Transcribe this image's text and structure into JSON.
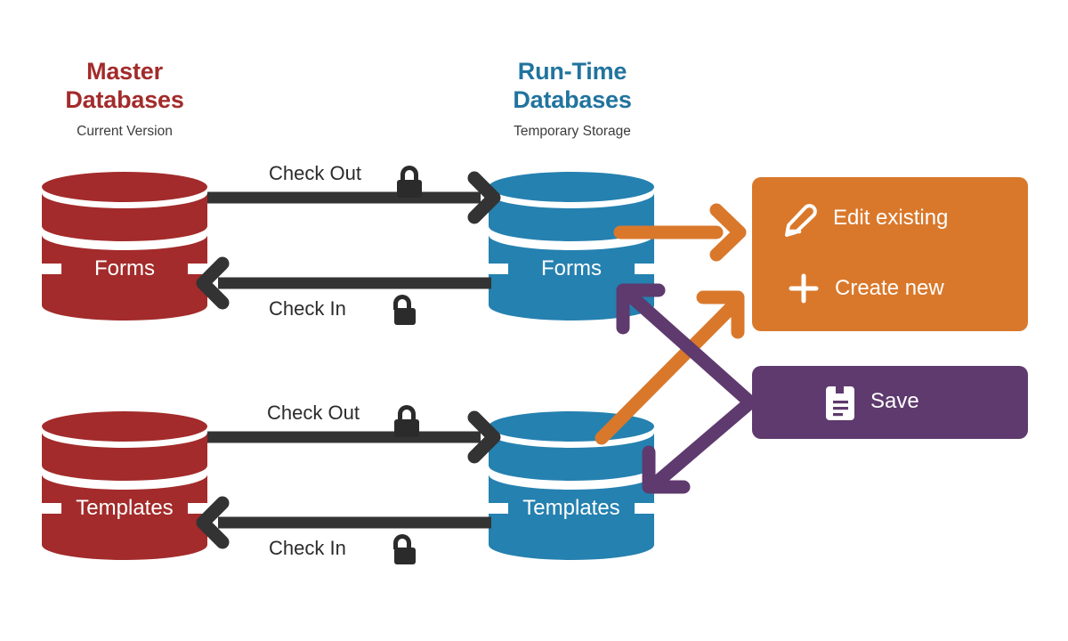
{
  "diagram": {
    "title": "Master Databases and Run-Time Databases check-out / check-in workflow",
    "colors": {
      "master_red": "#A32B2B",
      "runtime_blue": "#2581B0",
      "edit_orange": "#D9782B",
      "save_purple": "#5E3A6E",
      "arrow_dark": "#333333",
      "background": "#FFFFFF",
      "subtitle_gray": "#3C3C3C"
    },
    "columns": [
      {
        "id": "master",
        "title_line1": "Master",
        "title_line2": "Databases",
        "title": "Master Databases",
        "subtitle": "Current Version",
        "color": "#A32B2B"
      },
      {
        "id": "runtime",
        "title_line1": "Run-Time",
        "title_line2": "Databases",
        "title": "Run-Time Databases",
        "subtitle": "Temporary Storage",
        "color": "#21749E"
      }
    ],
    "cylinders": [
      {
        "id": "master-forms",
        "label": "Forms",
        "column": "master",
        "row": "top",
        "color": "#A32B2B"
      },
      {
        "id": "runtime-forms",
        "label": "Forms",
        "column": "runtime",
        "row": "top",
        "color": "#2581B0"
      },
      {
        "id": "master-templates",
        "label": "Templates",
        "column": "master",
        "row": "bottom",
        "color": "#A32B2B"
      },
      {
        "id": "runtime-templates",
        "label": "Templates",
        "column": "runtime",
        "row": "bottom",
        "color": "#2581B0"
      }
    ],
    "flows": [
      {
        "id": "forms-check-out",
        "label": "Check Out",
        "icon": "lock-closed-icon",
        "from": "master-forms",
        "to": "runtime-forms",
        "direction": "right",
        "color": "#333333"
      },
      {
        "id": "forms-check-in",
        "label": "Check In",
        "icon": "lock-open-icon",
        "from": "runtime-forms",
        "to": "master-forms",
        "direction": "left",
        "color": "#333333"
      },
      {
        "id": "templates-check-out",
        "label": "Check Out",
        "icon": "lock-closed-icon",
        "from": "master-templates",
        "to": "runtime-templates",
        "direction": "right",
        "color": "#333333"
      },
      {
        "id": "templates-check-in",
        "label": "Check In",
        "icon": "lock-open-icon",
        "from": "runtime-templates",
        "to": "master-templates",
        "direction": "left",
        "color": "#333333"
      }
    ],
    "panels": [
      {
        "id": "edit-panel",
        "color": "#D9782B",
        "items": [
          {
            "id": "edit-existing",
            "label": "Edit existing",
            "icon": "pencil-icon"
          },
          {
            "id": "create-new",
            "label": "Create new",
            "icon": "plus-icon"
          }
        ]
      },
      {
        "id": "save-panel",
        "color": "#5E3A6E",
        "items": [
          {
            "id": "save",
            "label": "Save",
            "icon": "save-disk-icon"
          }
        ]
      }
    ],
    "action_arrows": [
      {
        "id": "forms-to-edit",
        "from": "runtime-forms",
        "to": "edit-panel",
        "color": "#D9782B"
      },
      {
        "id": "templates-to-edit",
        "from": "runtime-templates",
        "to": "edit-panel",
        "color": "#D9782B"
      },
      {
        "id": "save-to-forms",
        "from": "save-panel",
        "to": "runtime-forms",
        "color": "#5E3A6E"
      },
      {
        "id": "save-to-templates",
        "from": "save-panel",
        "to": "runtime-templates",
        "color": "#5E3A6E"
      }
    ]
  }
}
